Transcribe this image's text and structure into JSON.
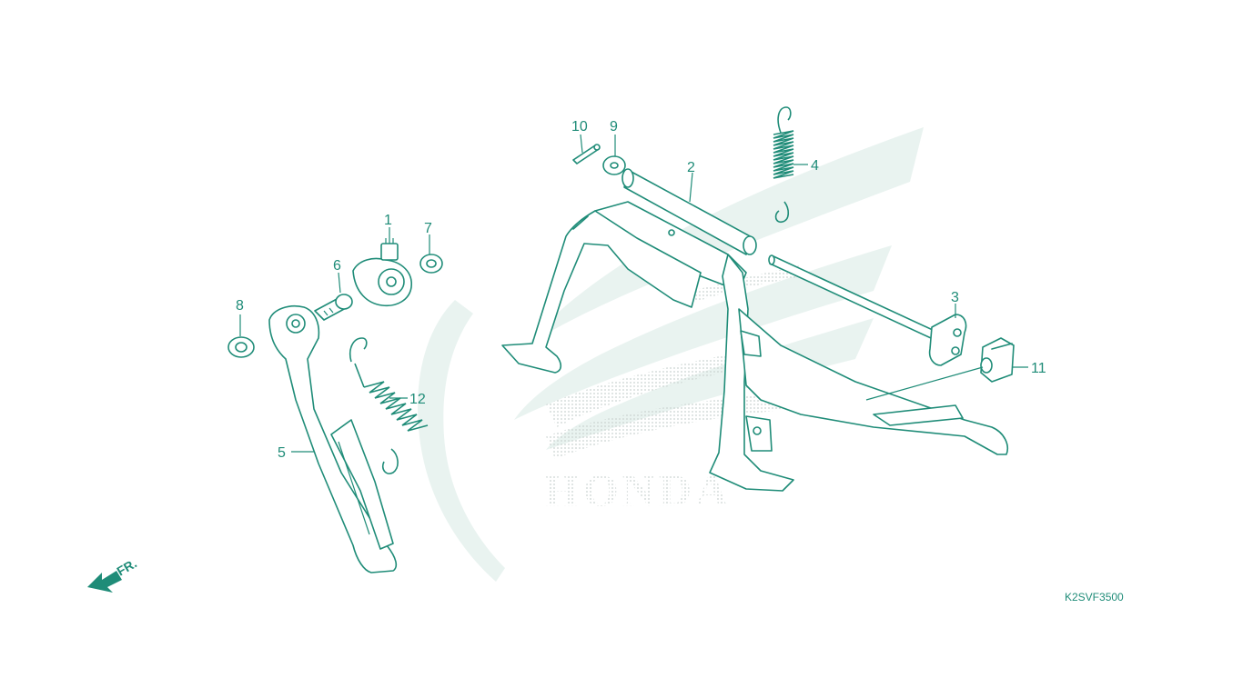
{
  "diagram": {
    "colors": {
      "line": "#1f8c78",
      "watermark": "#e9f3f0"
    },
    "watermark_text": "HONDA",
    "drawing_code": "K2SVF3500",
    "front_arrow_label": "FR.",
    "callouts": {
      "c1": "1",
      "c2": "2",
      "c3": "3",
      "c4": "4",
      "c5": "5",
      "c6": "6",
      "c7": "7",
      "c8": "8",
      "c9": "9",
      "c10": "10",
      "c11": "11",
      "c12": "12"
    }
  }
}
